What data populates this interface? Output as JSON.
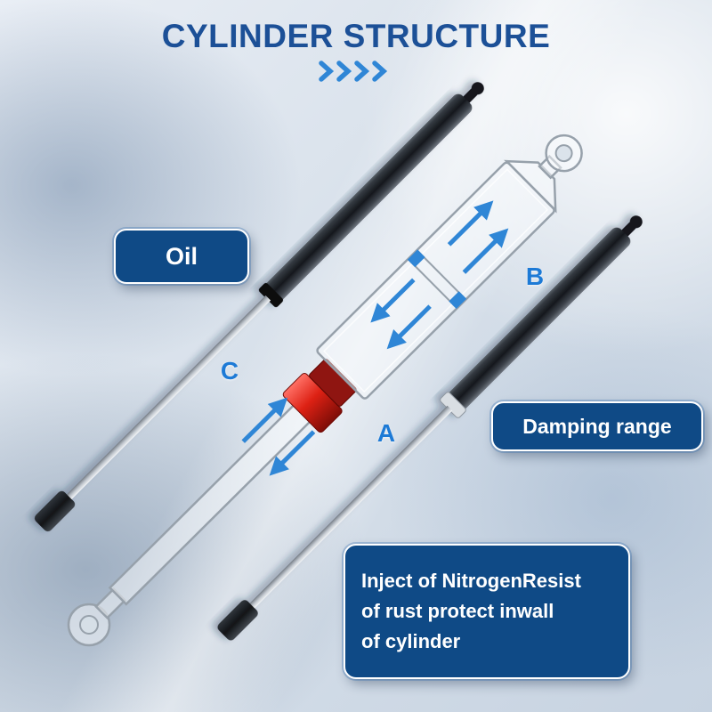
{
  "header": {
    "title": "CYLINDER STRUCTURE",
    "chevron_icon": "chevrons-right"
  },
  "callouts": {
    "oil": "Oil",
    "damping_range": "Damping range",
    "nitrogen_lines": [
      "Inject of NitrogenResist",
      "of rust protect inwall",
      "of cylinder"
    ]
  },
  "markers": {
    "a": "A",
    "b": "B",
    "c": "C"
  },
  "diagram": {
    "parts": [
      "gas-strut-upper",
      "cylinder-schematic",
      "gas-strut-lower"
    ],
    "flow_arrow_color": "#2f86d6",
    "piston_seal_color": "#dd2114"
  },
  "colors": {
    "title_blue": "#1c5097",
    "accent_blue": "#2f86d6",
    "callout_bg": "#0f4a86",
    "callout_text": "#ffffff"
  }
}
